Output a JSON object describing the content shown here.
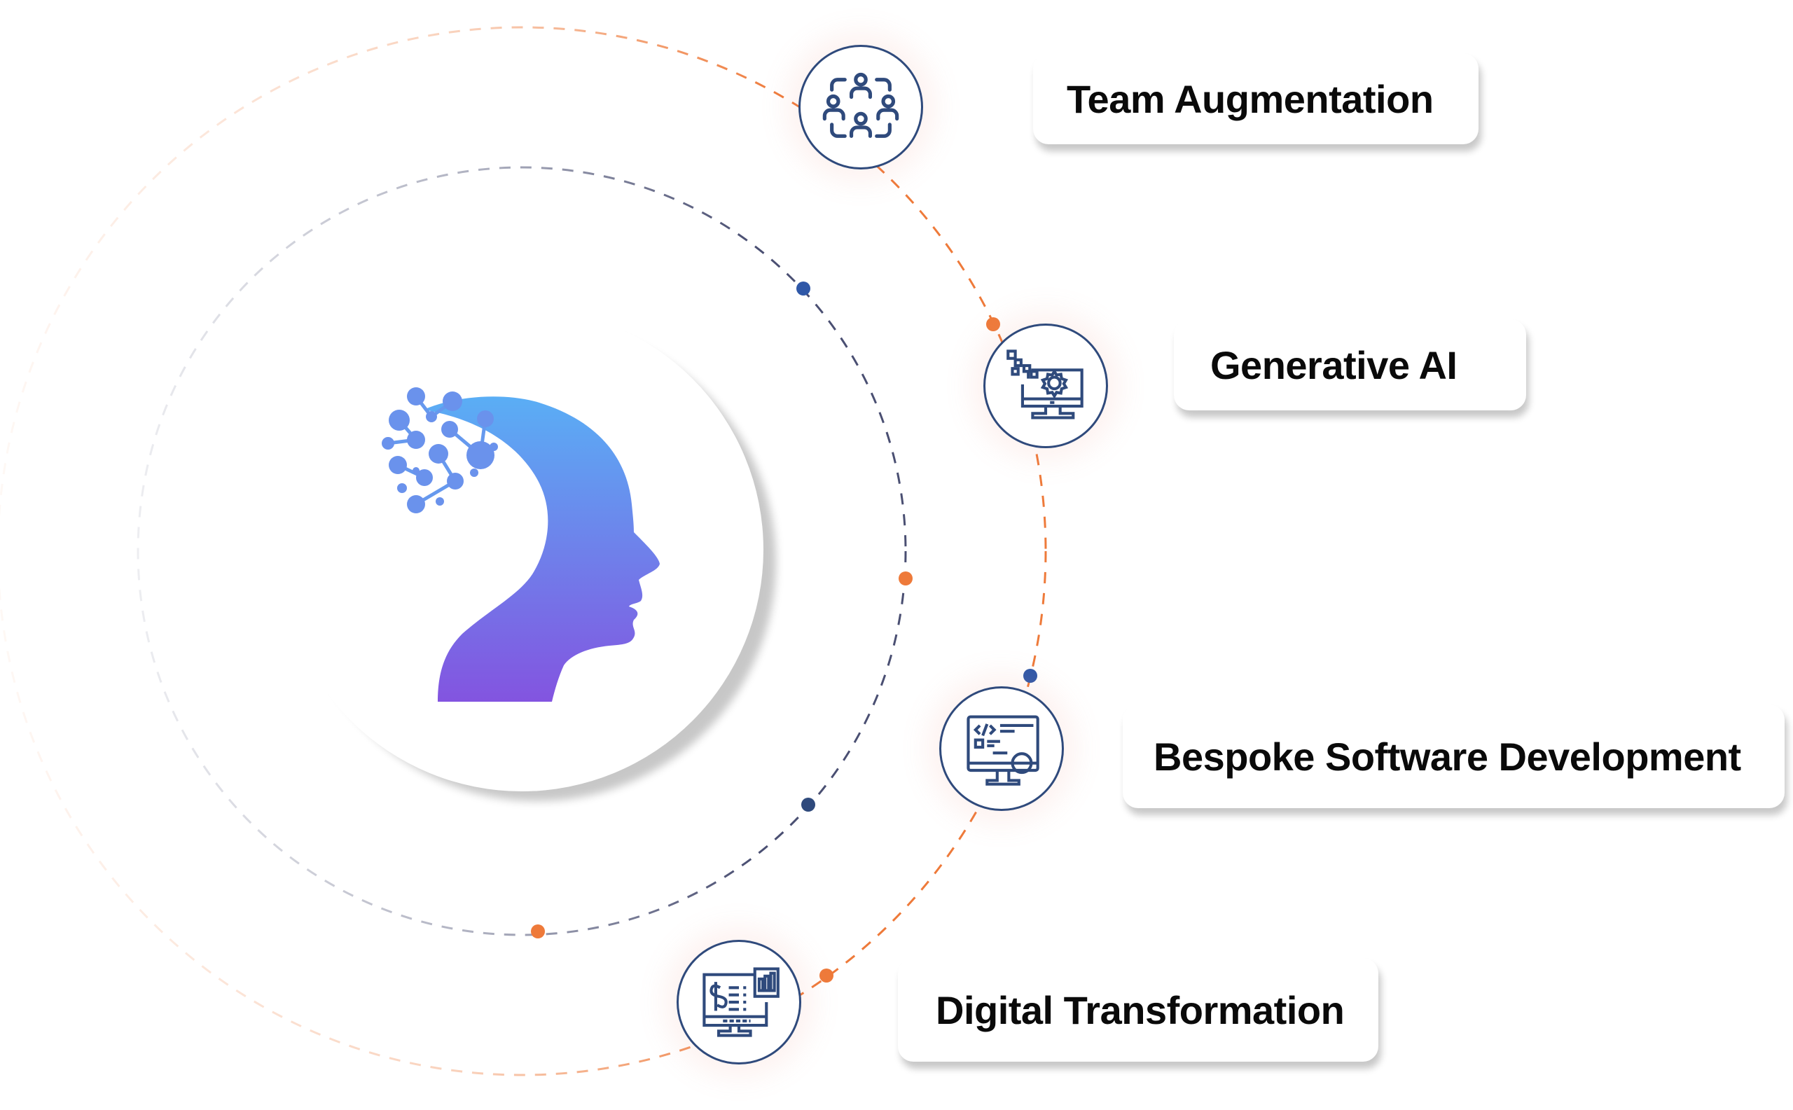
{
  "colors": {
    "accent_orange": "#ee7a3a",
    "accent_navy": "#2f4a7c",
    "dot_blue": "#2f58a8",
    "inner_ring": "#4a4f72",
    "head_gradient_top": "#5aaef5",
    "head_gradient_bottom": "#8354e0",
    "card_text": "#0a0a0a"
  },
  "center": {
    "icon": "ai-head-network-icon"
  },
  "services": [
    {
      "label": "Team Augmentation",
      "icon": "team-people-icon"
    },
    {
      "label": "Generative AI",
      "icon": "monitor-gear-icon"
    },
    {
      "label": "Bespoke Software Development",
      "icon": "monitor-code-icon"
    },
    {
      "label": "Digital Transformation",
      "icon": "monitor-finance-chart-icon"
    }
  ]
}
